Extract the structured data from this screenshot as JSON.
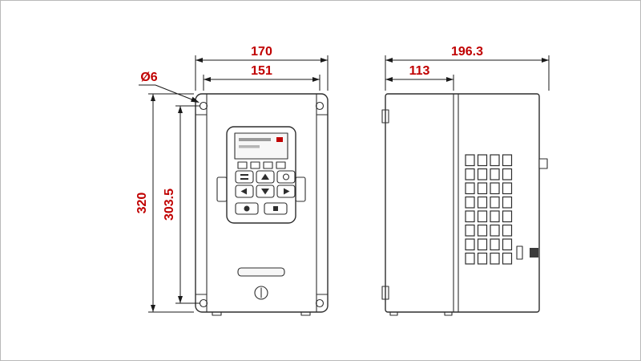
{
  "drawing": {
    "type": "technical-dimension-drawing",
    "views": {
      "front": {
        "dim_width_overall": "170",
        "dim_width_mounting": "151",
        "dim_mount_hole": "Ø6",
        "dim_height_overall": "320",
        "dim_height_mounting": "303.5"
      },
      "side": {
        "dim_depth_overall": "196.3",
        "dim_depth_body": "113"
      }
    }
  },
  "colors": {
    "dimension_text": "#c00000",
    "drawing_line": "#2e2e2e",
    "dimension_line": "#1a1a1a"
  },
  "icons": {
    "keypad_buttons": [
      "menu-icon",
      "up-arrow-icon",
      "mode-icon",
      "left-arrow-icon",
      "down-arrow-icon",
      "right-arrow-icon",
      "run-button-icon",
      "stop-button-icon"
    ]
  }
}
